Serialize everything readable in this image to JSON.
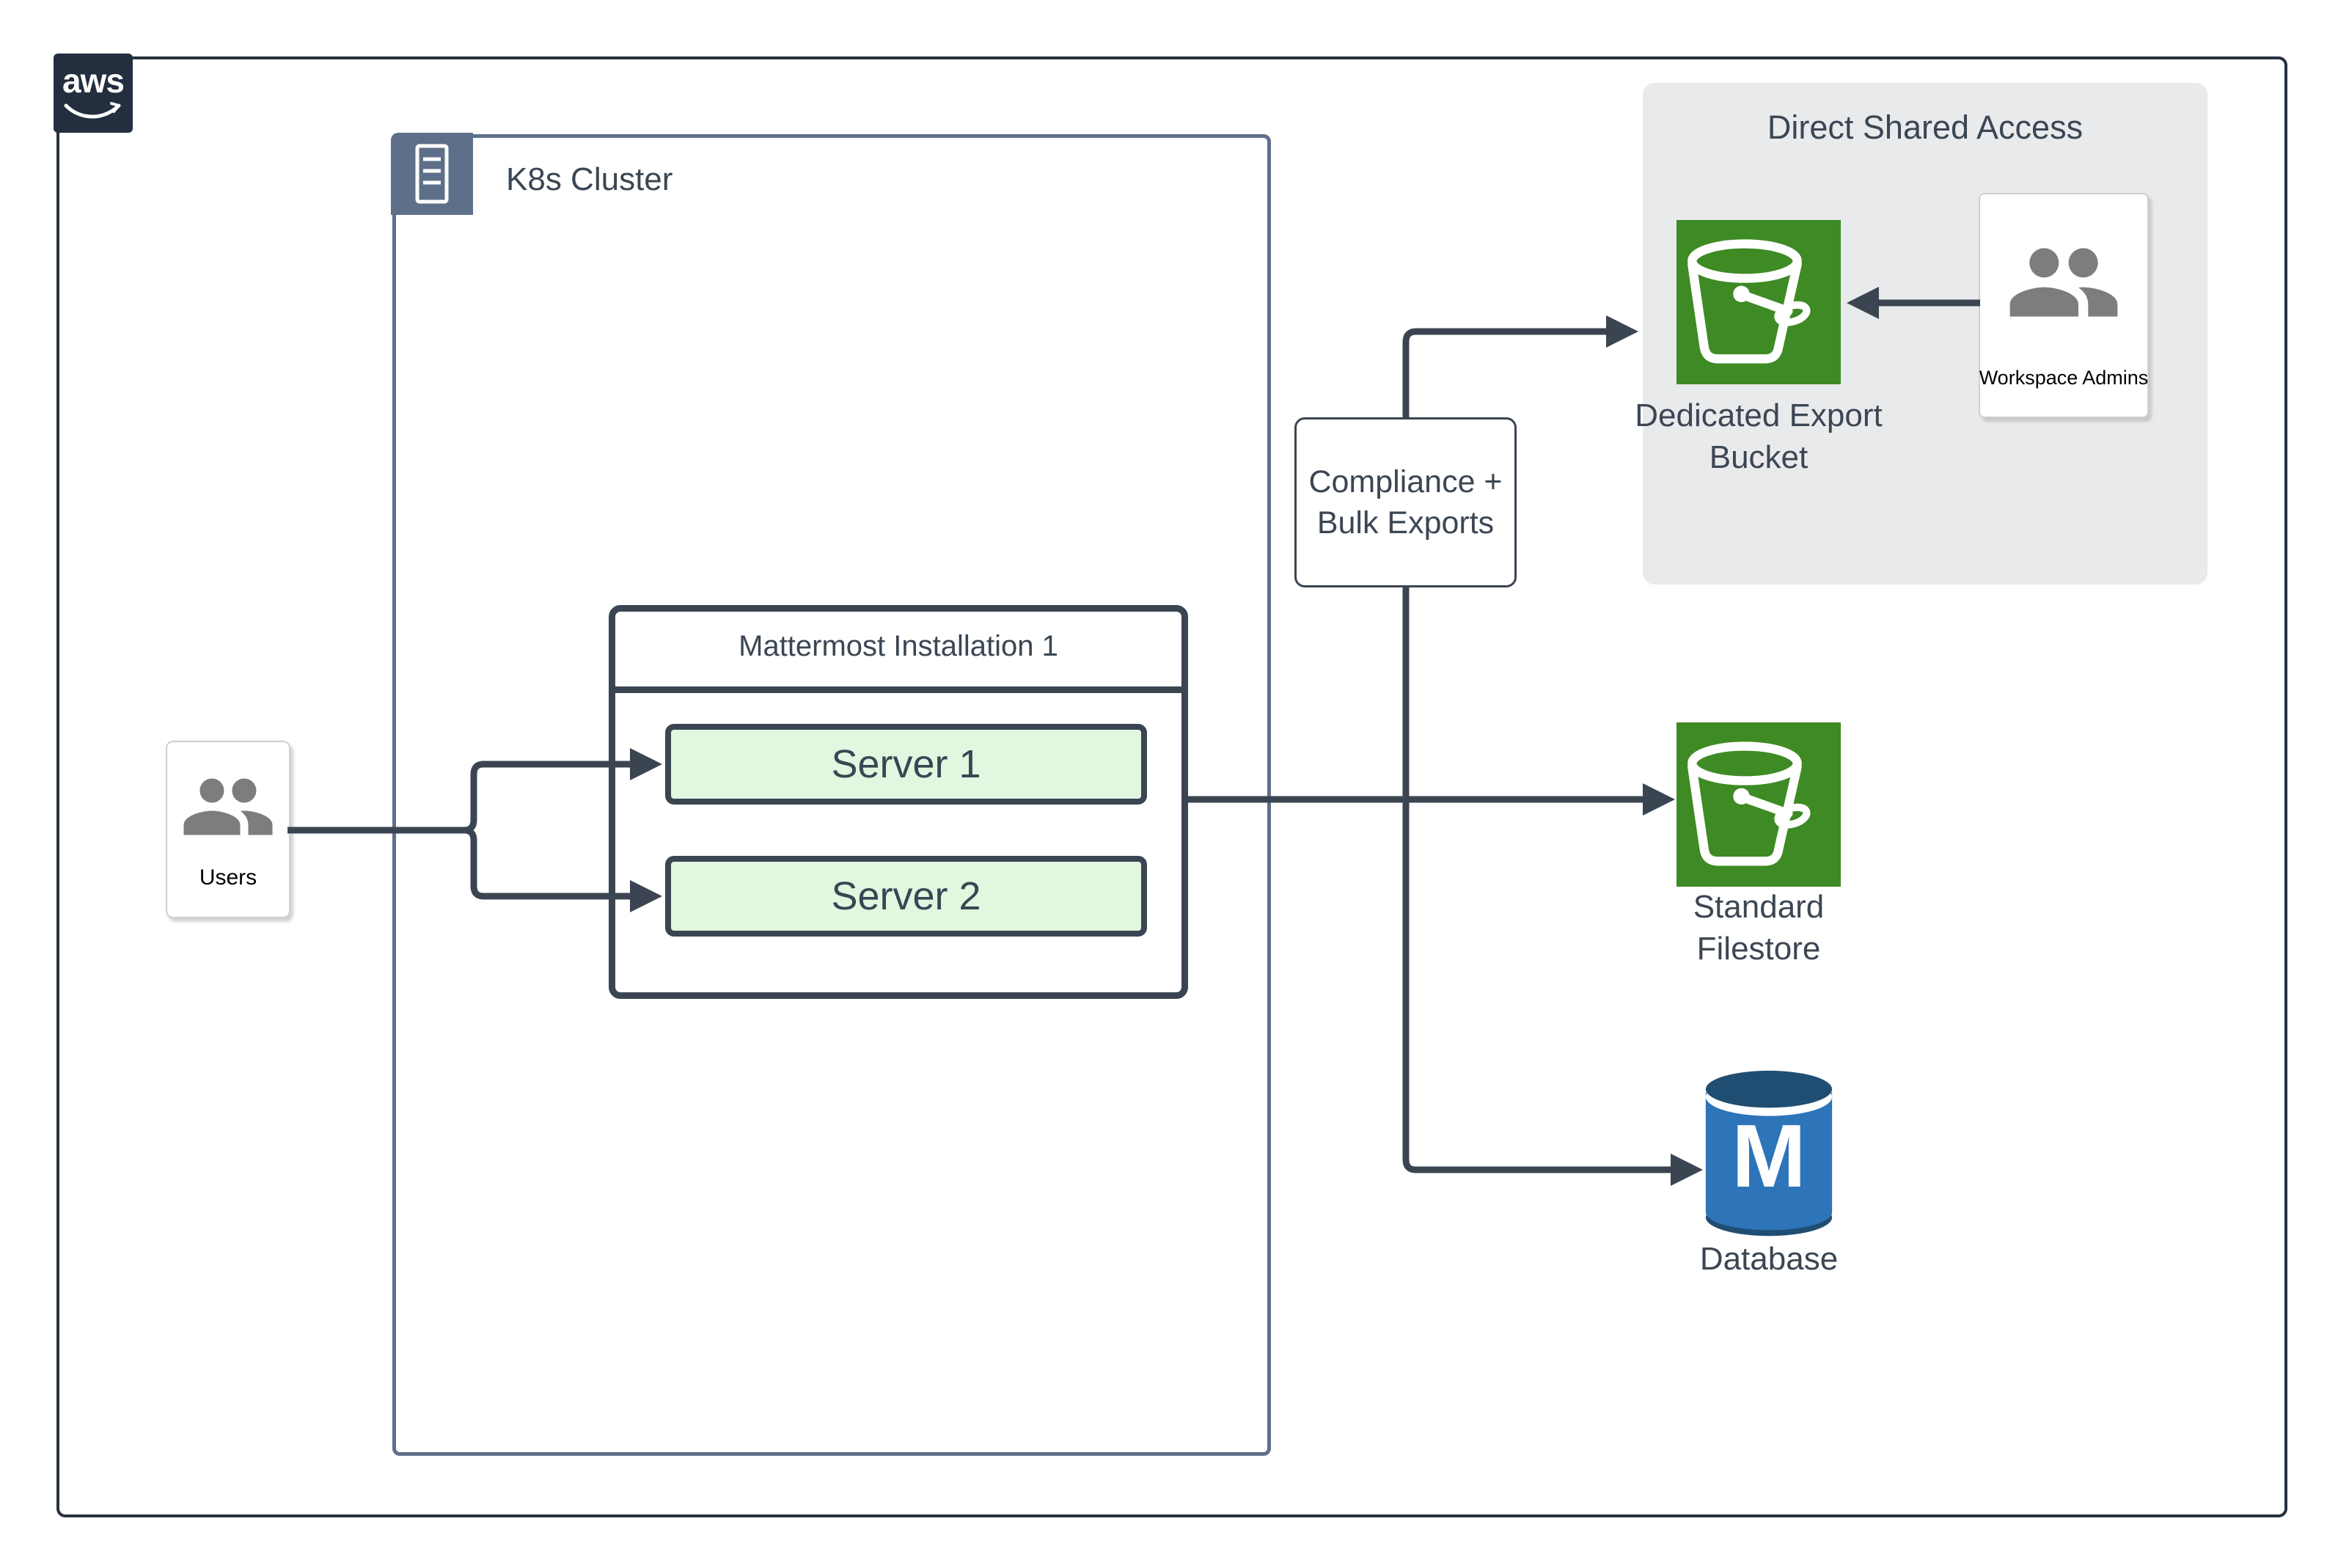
{
  "aws_logo": {
    "text": "aws"
  },
  "k8s_cluster": {
    "label": "K8s Cluster"
  },
  "mattermost": {
    "title": "Mattermost Installation 1",
    "servers": [
      {
        "label": "Server 1"
      },
      {
        "label": "Server 2"
      }
    ]
  },
  "users": {
    "label": "Users"
  },
  "compliance_exports": {
    "line1": "Compliance +",
    "line2": "Bulk Exports"
  },
  "direct_shared_access": {
    "title": "Direct Shared Access",
    "dedicated_bucket": {
      "line1": "Dedicated Export",
      "line2": "Bucket"
    },
    "workspace_admins": {
      "label": "Workspace Admins"
    }
  },
  "standard_filestore": {
    "line1": "Standard",
    "line2": "Filestore"
  },
  "database": {
    "label": "Database",
    "monogram": "M"
  },
  "colors": {
    "connector_dark": "#3B4552",
    "text_slate": "#3C4653",
    "k8s_border": "#5E7089",
    "server_fill": "#E1F7E0",
    "s3_green": "#3E8A24",
    "db_blue": "#2E74B9",
    "db_navy": "#1F4E72",
    "panel_gray": "#E9EAEC",
    "aws_navy": "#232F3E",
    "icon_gray": "#7D7D7D"
  }
}
